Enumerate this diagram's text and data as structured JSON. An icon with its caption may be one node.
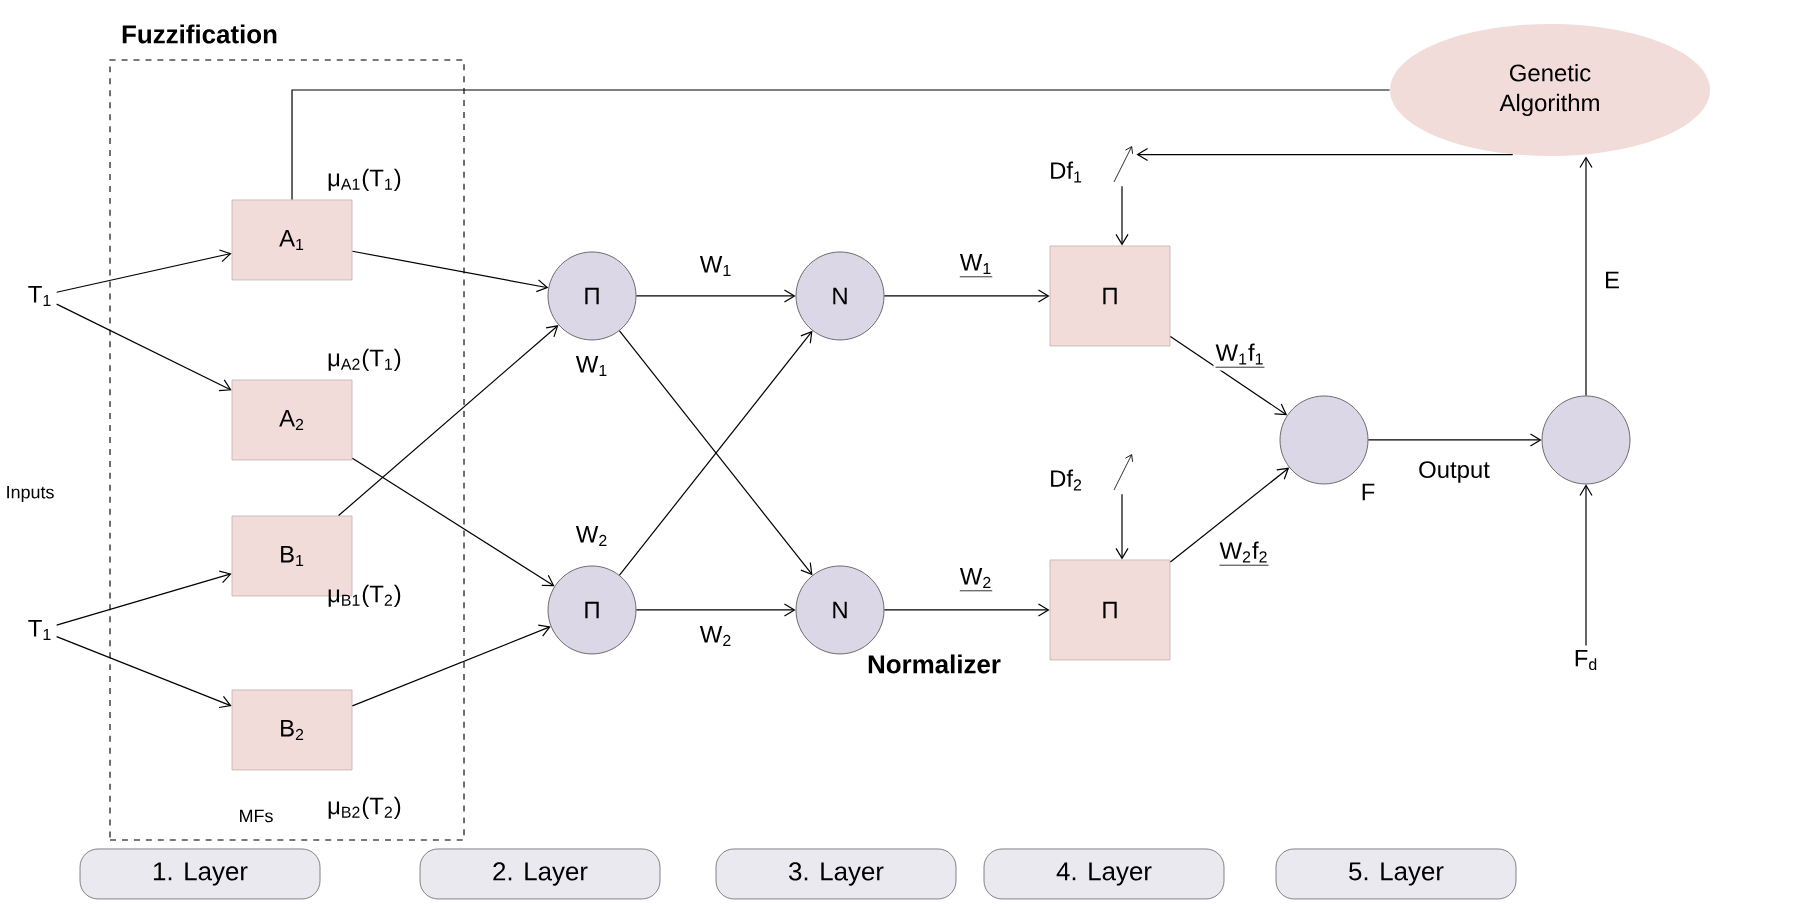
{
  "diagram": {
    "nodes": [
      {
        "text": [
          "Fuzzification"
        ]
      },
      {
        "text": [
          "T$_{1}$"
        ]
      },
      {
        "text": [
          "T$_{1}$"
        ]
      },
      {
        "text": [
          "A$_{1}$"
        ],
        "in": 0
      },
      {
        "text": [
          "A$_{2}$"
        ],
        "in": 0
      },
      {
        "text": [
          "B$_{1}$"
        ],
        "in": 0
      },
      {
        "text": [
          "B$_{2}$"
        ],
        "in": 0
      },
      {
        "text": [
          "Π"
        ],
        "beside": [
          "W$_{1}$"
        ]
      },
      {
        "text": [
          "Π"
        ],
        "beside": [
          "W$_{2}$"
        ]
      },
      {
        "text": [
          "N"
        ]
      },
      {
        "text": [
          "N"
        ]
      },
      {
        "text": [
          "Π"
        ]
      },
      {
        "text": [
          "Π"
        ]
      },
      {
        "text": [],
        "shape": "circle",
        "beside": [
          "F"
        ]
      },
      {
        "text": [],
        "shape": "circle"
      },
      {
        "text": [
          "Genetic Algorithm"
        ]
      },
      {
        "text": [],
        "shape": "switch",
        "beside": [
          "Df$_{1}$"
        ]
      },
      {
        "text": [],
        "shape": "switch",
        "beside": [
          "Df$_{2}$"
        ]
      },
      {
        "text": [
          "F$_{d}$"
        ]
      },
      {
        "text": [
          "1. Layer"
        ]
      },
      {
        "text": [
          "2. Layer"
        ]
      },
      {
        "text": [
          "3. Layer"
        ]
      },
      {
        "text": [
          "4. Layer"
        ]
      },
      {
        "text": [
          "5. Layer"
        ]
      }
    ],
    "edges": [
      {
        "from": 1,
        "to": 3,
        "arrow": "to"
      },
      {
        "from": 1,
        "to": 4,
        "arrow": "to"
      },
      {
        "from": 2,
        "to": 5,
        "arrow": "to"
      },
      {
        "from": 2,
        "to": 6,
        "arrow": "to"
      },
      {
        "from": 3,
        "to": 7,
        "arrow": "to"
      },
      {
        "from": 4,
        "to": 8,
        "arrow": "to"
      },
      {
        "from": 5,
        "to": 7,
        "arrow": "to"
      },
      {
        "from": 6,
        "to": 8,
        "arrow": "to"
      },
      {
        "from": 7,
        "to": 9,
        "arrow": "to",
        "label": "W$_{1}$"
      },
      {
        "from": 7,
        "to": 10,
        "arrow": "to"
      },
      {
        "from": 8,
        "to": 9,
        "arrow": "to"
      },
      {
        "from": 8,
        "to": 10,
        "arrow": "to",
        "label": "W$_{2}$"
      },
      {
        "from": 9,
        "to": 11,
        "arrow": "to",
        "label": "W$_{1}$"
      },
      {
        "from": 10,
        "to": 12,
        "arrow": "to",
        "label": "W$_{2}$"
      },
      {
        "from": 11,
        "to": 13,
        "arrow": "to",
        "label": "W$_{1}$f$_{1}$"
      },
      {
        "from": 12,
        "to": 13,
        "arrow": "to",
        "label": "W$_{2}$f$_{2}$"
      },
      {
        "from": 13,
        "to": 14,
        "arrow": "to",
        "label": "Output"
      },
      {
        "from": 14,
        "to": 15,
        "arrow": "to",
        "label": "E"
      },
      {
        "from": 3,
        "to": 15,
        "arrow": "none"
      },
      {
        "from": 15,
        "to": 16,
        "arrow": "to"
      },
      {
        "from": 16,
        "to": 11,
        "arrow": "to"
      },
      {
        "from": 17,
        "to": 12,
        "arrow": "to"
      },
      {
        "from": 18,
        "to": 14,
        "arrow": "to"
      }
    ],
    "labels": [
      "μ$_{A1}$(T$_{1}$)",
      "μ$_{A2}$(T$_{1}$)",
      "Inputs",
      "μ$_{B1}$(T$_{2}$)",
      "Normalizer",
      "MFs",
      "μ$_{B2}$(T$_{2}$)"
    ]
  }
}
